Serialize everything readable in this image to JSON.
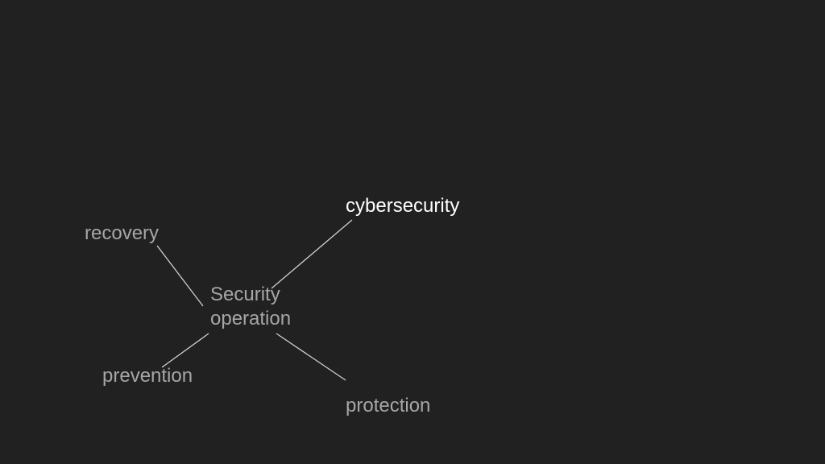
{
  "diagram": {
    "center": {
      "line1": "Security",
      "line2": "operation"
    },
    "nodes": {
      "cybersecurity": "cybersecurity",
      "recovery": "recovery",
      "prevention": "prevention",
      "protection": "protection"
    },
    "colors": {
      "background": "#212121",
      "text_muted": "#a6a6a6",
      "text_highlight": "#ffffff",
      "connector": "#d0d0d0"
    }
  }
}
